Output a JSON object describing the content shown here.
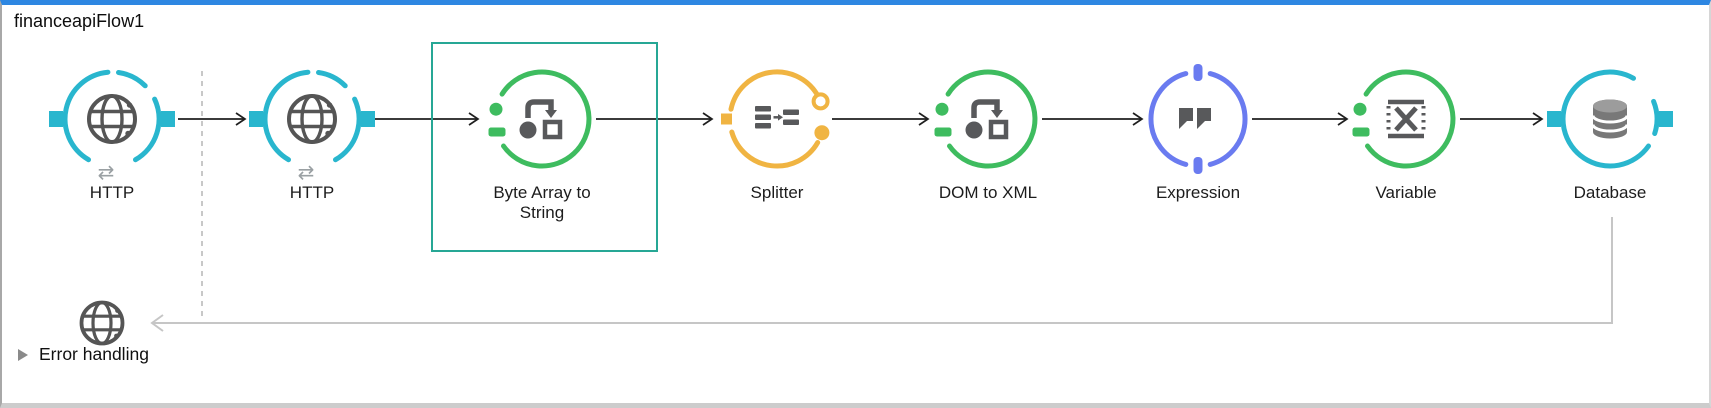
{
  "flow": {
    "title": "financeapiFlow1",
    "nodes": [
      {
        "label": "HTTP",
        "type": "http-connector",
        "icon": "globe-icon",
        "color": "#29b6ce",
        "selected": false
      },
      {
        "label": "HTTP",
        "type": "http-connector",
        "icon": "globe-icon",
        "color": "#29b6ce",
        "selected": false
      },
      {
        "label": "Byte Array to String",
        "type": "transformer",
        "icon": "transformer-icon",
        "color": "#3ebc5f",
        "selected": true
      },
      {
        "label": "Splitter",
        "type": "flow-control",
        "icon": "splitter-icon",
        "color": "#f0b442",
        "selected": false
      },
      {
        "label": "DOM to XML",
        "type": "transformer",
        "icon": "transformer-icon",
        "color": "#3ebc5f",
        "selected": false
      },
      {
        "label": "Expression",
        "type": "component",
        "icon": "double-quote-icon",
        "color": "#6a7bf0",
        "selected": false
      },
      {
        "label": "Variable",
        "type": "transformer",
        "icon": "variable-x-icon",
        "color": "#3ebc5f",
        "selected": false
      },
      {
        "label": "Database",
        "type": "database-connector",
        "icon": "database-icon",
        "color": "#29b6ce",
        "selected": false
      }
    ],
    "return_endpoint": {
      "icon": "globe-icon",
      "color": "#555555"
    },
    "error_section": {
      "label": "Error handling",
      "collapsed": true
    },
    "colors": {
      "selection_border": "#26a795",
      "top_edge": "#2e87e2",
      "icon_gray": "#58595b",
      "wire_black": "#1f1f1f",
      "wire_gray": "#c6c6c6"
    }
  }
}
